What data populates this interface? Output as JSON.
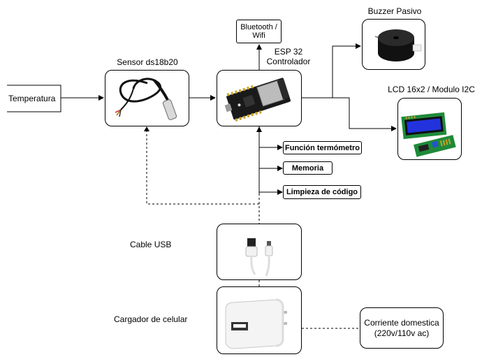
{
  "blocks": {
    "temperature": "Temperatura",
    "sensor_title": "Sensor ds18b20",
    "bluetooth_line1": "Bluetooth /",
    "bluetooth_line2": "Wifi",
    "esp_line1": "ESP 32",
    "esp_line2": "Controlador",
    "buzzer_title": "Buzzer Pasivo",
    "lcd_title": "LCD 16x2 / Modulo I2C",
    "usb_cable": "Cable USB",
    "charger": "Cargador de celular",
    "current_line1": "Corriente domestica",
    "current_line2": "(220v/110v ac)"
  },
  "functions": [
    "Función termómetro",
    "Memoria",
    "Limpieza de código"
  ],
  "colors": {
    "lcd_screen": "#2233dd",
    "pcb": "#1f8a3a",
    "buzzer": "#111111"
  }
}
